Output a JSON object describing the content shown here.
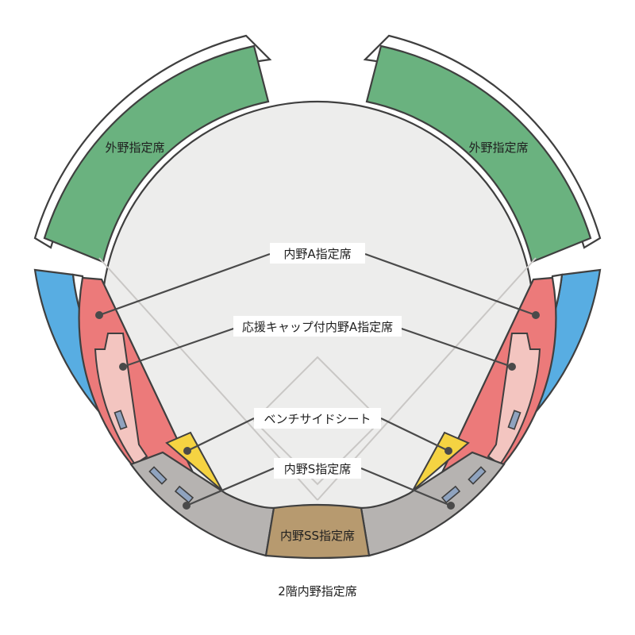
{
  "sections": {
    "outfield_left": {
      "label": "外野指定席",
      "color": "#6ab27f"
    },
    "outfield_right": {
      "label": "外野指定席",
      "color": "#6ab27f"
    },
    "infield_a": {
      "label": "内野A指定席",
      "color": "#ec7a7a"
    },
    "cheer_cap": {
      "label": "応援キャップ付内野A指定席",
      "color": "#f3c5c0"
    },
    "bench_side": {
      "label": "ベンチサイドシート",
      "color": "#f5d342"
    },
    "infield_s": {
      "label": "内野S指定席",
      "color": "#b6b3b1"
    },
    "infield_ss": {
      "label": "内野SS指定席",
      "color": "#b79a6f"
    },
    "second_floor": {
      "label": "2階内野指定席",
      "color": "#58ade2"
    }
  },
  "field_color": "#ededec"
}
